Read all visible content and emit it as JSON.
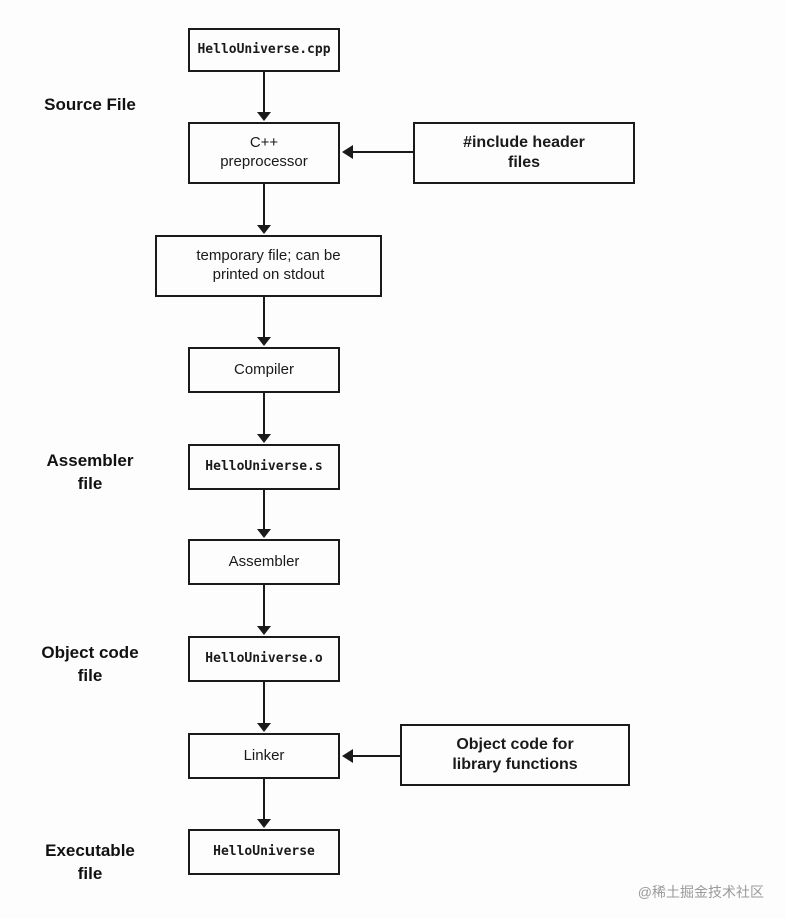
{
  "diagram": {
    "title_semantic": "C++ compilation pipeline flowchart",
    "nodes": {
      "source_file": "HelloUniverse.cpp",
      "preprocessor": "C++\npreprocessor",
      "include_callout": "#include header\nfiles",
      "temp_file": "temporary file; can be\nprinted on stdout",
      "compiler": "Compiler",
      "assembly_file": "HelloUniverse.s",
      "assembler": "Assembler",
      "object_file": "HelloUniverse.o",
      "linker": "Linker",
      "library_callout": "Object code for\nlibrary functions",
      "executable": "HelloUniverse"
    },
    "side_labels": {
      "source_file": "Source File",
      "assembler_file": "Assembler\nfile",
      "object_code_file": "Object code\nfile",
      "executable_file": "Executable\nfile"
    },
    "watermark": "@稀土掘金技术社区",
    "colors": {
      "line": "#1a1a1a",
      "background": "#fdfdfd",
      "watermark": "#9a9a9a"
    }
  }
}
